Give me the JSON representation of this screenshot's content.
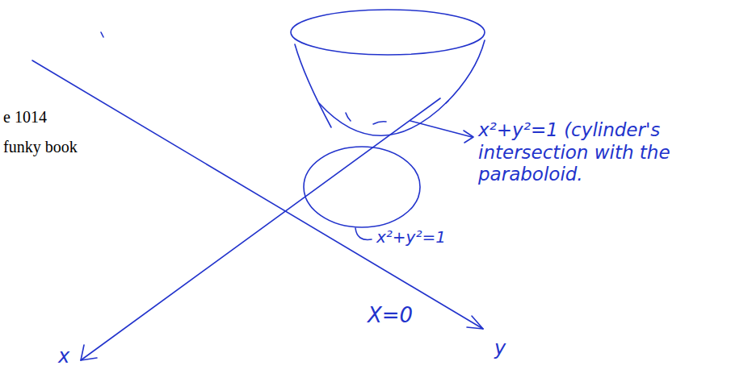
{
  "diagram": {
    "labels": [
      "e 1014",
      "funky book",
      "x²+y²=1 (cylinder's intersection with the paraboloid.",
      "x²+y²=1",
      "X=0",
      "x",
      "y"
    ]
  }
}
